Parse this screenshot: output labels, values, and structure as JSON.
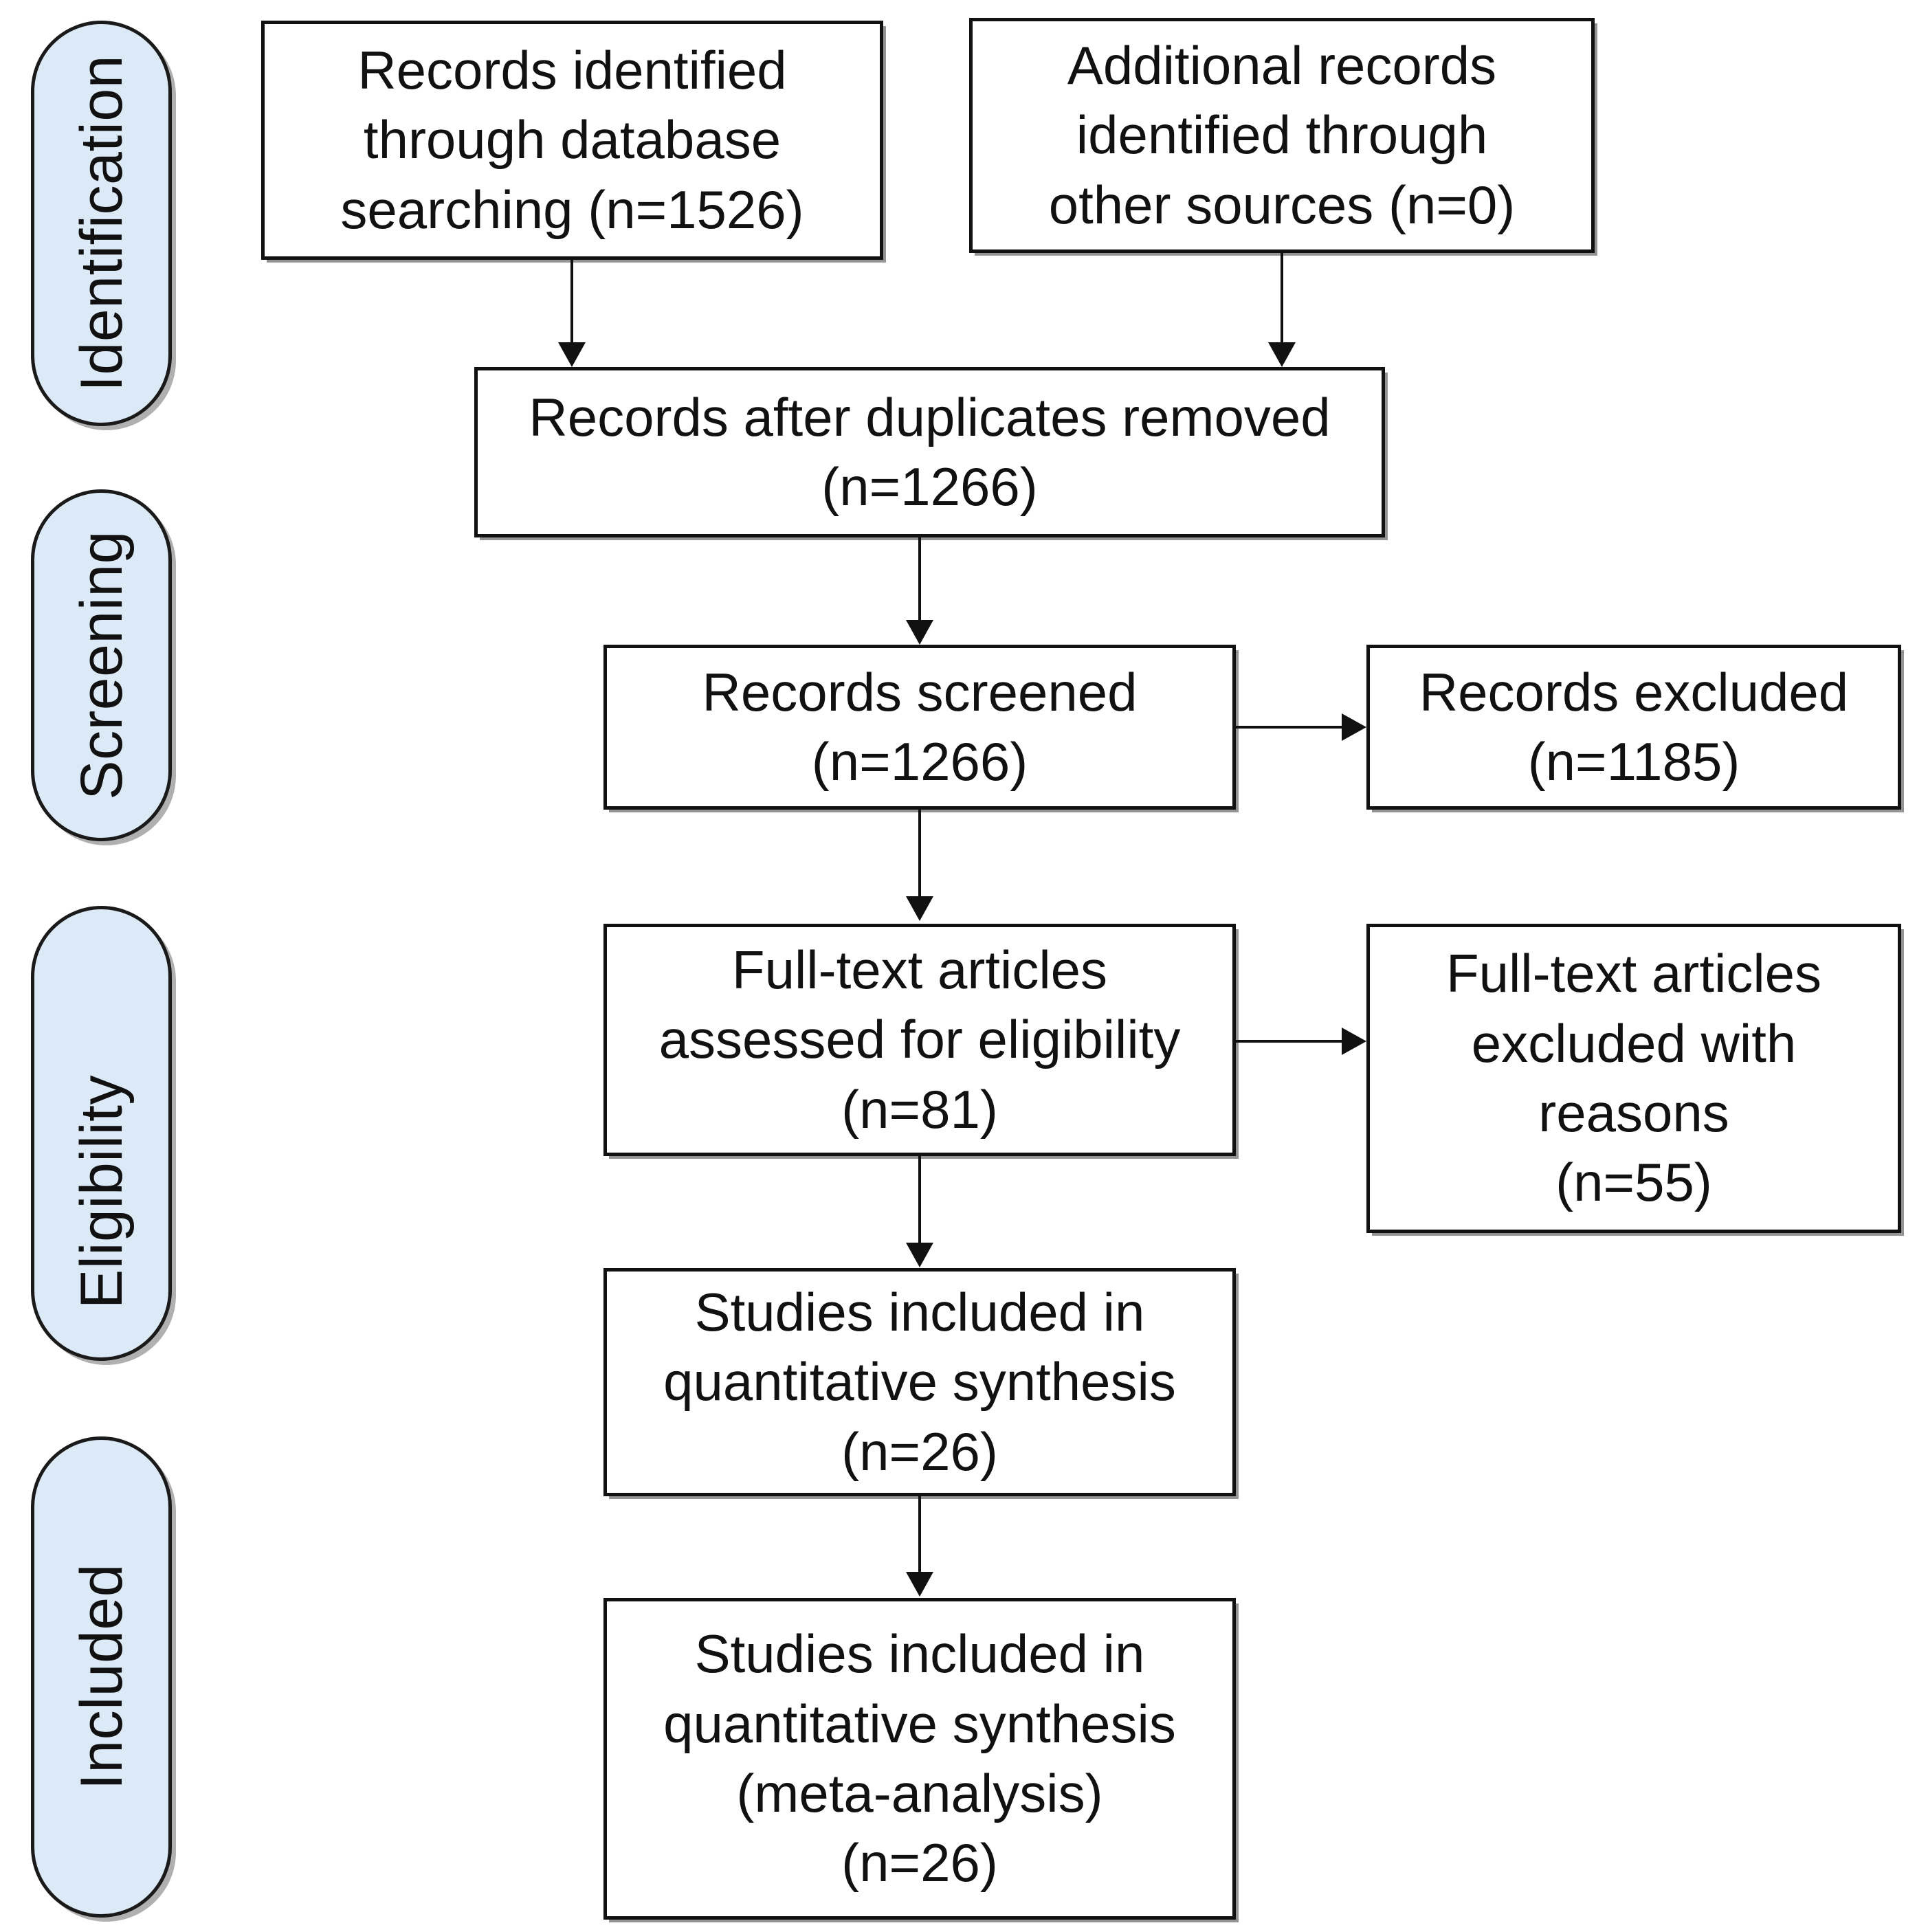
{
  "diagram": {
    "type": "prisma-flow-diagram",
    "colors": {
      "stage_fill": "#DCE9F7",
      "stage_border": "#1a1a1a",
      "box_fill": "#FFFFFF",
      "box_border": "#111111",
      "text": "#111111",
      "connector": "#111111"
    }
  },
  "stages": [
    {
      "id": "identification",
      "label": "Identification"
    },
    {
      "id": "screening",
      "label": "Screening"
    },
    {
      "id": "eligibility",
      "label": "Eligibility"
    },
    {
      "id": "included",
      "label": "Included"
    }
  ],
  "boxes": [
    {
      "id": "records-identified-database",
      "stage": "identification",
      "text": "Records identified\nthrough database\nsearching (n=1526)",
      "count": 1526
    },
    {
      "id": "additional-records-other-sources",
      "stage": "identification",
      "text": "Additional records\nidentified through\nother sources (n=0)",
      "count": 0
    },
    {
      "id": "records-after-duplicates-removed",
      "stage": "screening",
      "text": "Records after duplicates removed\n(n=1266)",
      "count": 1266
    },
    {
      "id": "records-screened",
      "stage": "screening",
      "text": "Records screened\n(n=1266)",
      "count": 1266
    },
    {
      "id": "records-excluded",
      "stage": "screening",
      "text": "Records excluded\n(n=1185)",
      "count": 1185
    },
    {
      "id": "full-text-assessed",
      "stage": "eligibility",
      "text": "Full-text articles\nassessed for eligibility\n(n=81)",
      "count": 81
    },
    {
      "id": "full-text-excluded",
      "stage": "eligibility",
      "text": "Full-text articles\nexcluded with\nreasons\n(n=55)",
      "count": 55
    },
    {
      "id": "studies-quantitative-synthesis",
      "stage": "included",
      "text": "Studies included in\nquantitative synthesis\n(n=26)",
      "count": 26
    },
    {
      "id": "studies-meta-analysis",
      "stage": "included",
      "text": "Studies included in\nquantitative synthesis\n(meta-analysis)\n(n=26)",
      "count": 26
    }
  ],
  "connectors": [
    {
      "id": "identified-to-duplicates",
      "from": "records-identified-database",
      "to": "records-after-duplicates-removed",
      "direction": "down"
    },
    {
      "id": "additional-to-duplicates",
      "from": "additional-records-other-sources",
      "to": "records-after-duplicates-removed",
      "direction": "down"
    },
    {
      "id": "duplicates-to-screened",
      "from": "records-after-duplicates-removed",
      "to": "records-screened",
      "direction": "down"
    },
    {
      "id": "screened-to-excluded",
      "from": "records-screened",
      "to": "records-excluded",
      "direction": "right"
    },
    {
      "id": "screened-to-fulltext",
      "from": "records-screened",
      "to": "full-text-assessed",
      "direction": "down"
    },
    {
      "id": "fulltext-to-excluded",
      "from": "full-text-assessed",
      "to": "full-text-excluded",
      "direction": "right"
    },
    {
      "id": "fulltext-to-quantitative",
      "from": "full-text-assessed",
      "to": "studies-quantitative-synthesis",
      "direction": "down"
    },
    {
      "id": "quantitative-to-meta",
      "from": "studies-quantitative-synthesis",
      "to": "studies-meta-analysis",
      "direction": "down"
    }
  ]
}
